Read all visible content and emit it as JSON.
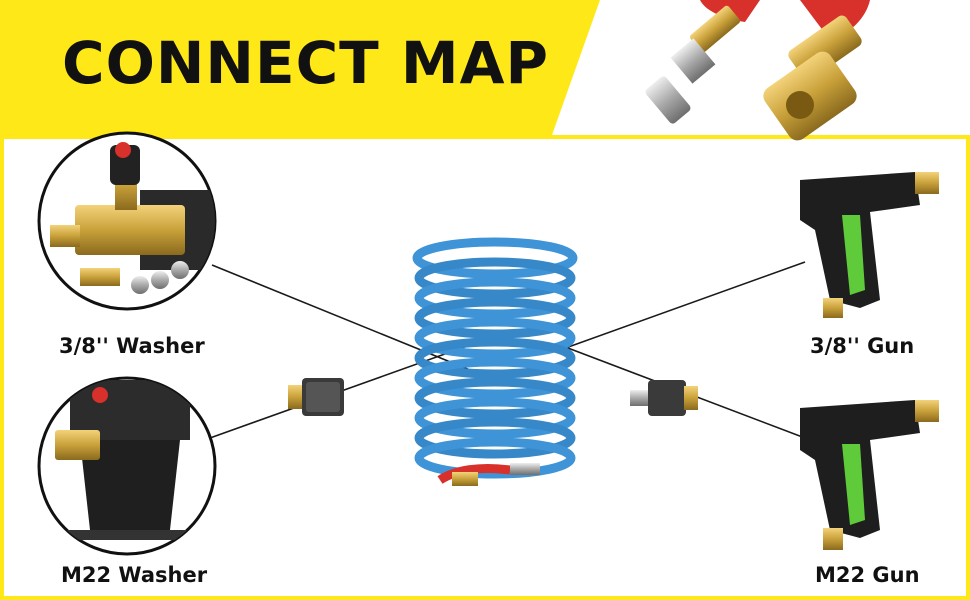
{
  "header": {
    "title": "CONNECT MAP"
  },
  "labels": {
    "washer_38": "3/8'' Washer",
    "washer_m22": "M22 Washer",
    "gun_38": "3/8'' Gun",
    "gun_m22": "M22 Gun"
  },
  "colors": {
    "accent_yellow": "#FFE817",
    "hose_blue": "#3E94D6",
    "brass": "#C9A13A",
    "hose_red": "#D8302A",
    "trigger_green": "#5FCB3A"
  },
  "icons": [
    "hose-connector-pair-icon",
    "washer-pump-38-icon",
    "washer-pump-m22-icon",
    "coiled-hose-icon",
    "m22-female-adapter-icon",
    "quick-connect-adapter-icon",
    "spray-gun-38-icon",
    "spray-gun-m22-icon"
  ]
}
